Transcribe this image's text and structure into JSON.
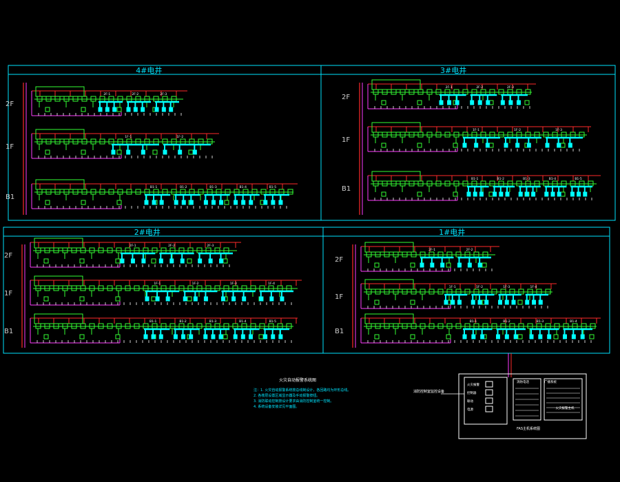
{
  "colors": {
    "frame": "#00e5ff",
    "bus": "#ff2a2a",
    "return": "#ff3cff",
    "device": "#35ff35",
    "loop": "#00ffff",
    "text": "#ffffff",
    "label": "#cfcfcf"
  },
  "shafts": [
    {
      "id": "shaft-4",
      "title": "4#电井",
      "floors": [
        {
          "label": "2F",
          "loops": [
            "2F-1",
            "2F-2",
            "2F-3"
          ]
        },
        {
          "label": "1F",
          "loops": [
            "1F-1",
            "1F-2"
          ]
        },
        {
          "label": "B1",
          "loops": [
            "B1-1",
            "B1-2",
            "B1-3",
            "B1-4",
            "B1-5"
          ]
        }
      ]
    },
    {
      "id": "shaft-3",
      "title": "3#电井",
      "floors": [
        {
          "label": "2F",
          "loops": [
            "2F-1",
            "2F-2",
            "2F-3"
          ]
        },
        {
          "label": "1F",
          "loops": [
            "1F-1",
            "1F-2",
            "1F-3"
          ]
        },
        {
          "label": "B1",
          "loops": [
            "B1-1",
            "B1-2",
            "B1-3",
            "B1-4",
            "B1-5"
          ]
        }
      ]
    },
    {
      "id": "shaft-2",
      "title": "2#电井",
      "floors": [
        {
          "label": "2F",
          "loops": [
            "2F-1",
            "2F-2",
            "2F-3"
          ]
        },
        {
          "label": "1F",
          "loops": [
            "1F-1",
            "1F-2",
            "1F-3",
            "1F-4"
          ]
        },
        {
          "label": "B1",
          "loops": [
            "B1-1",
            "B1-2",
            "B1-3",
            "B1-4",
            "B1-5"
          ]
        }
      ]
    },
    {
      "id": "shaft-1",
      "title": "1#电井",
      "floors": [
        {
          "label": "2F",
          "loops": [
            "2F-1",
            "2F-2"
          ]
        },
        {
          "label": "1F",
          "loops": [
            "1F-1",
            "1F-2",
            "1F-3",
            "1F-4"
          ]
        },
        {
          "label": "B1",
          "loops": [
            "B1-1",
            "B1-2",
            "B1-3",
            "B1-4"
          ]
        }
      ]
    }
  ],
  "legend": {
    "title": "火灾自动报警系统图",
    "notes": [
      "注：1. 火灾自动报警系统按总线制设计，各回路均为环形总线。",
      "2. 各楼层设置区域显示器及手动报警按钮。",
      "3. 消防联动控制按设计要求由消防控制室统一控制。",
      "4. 系统设备安装详见平面图。"
    ]
  },
  "control_panel": {
    "title": "FAS主机系统图",
    "left_label": "消防控制室监控设备",
    "inner_labels": [
      "火灾报警",
      "控制器",
      "联动",
      "电源"
    ],
    "right_tags": [
      "消防电话",
      "广播系统"
    ],
    "right_legend": "火灾报警主机"
  }
}
